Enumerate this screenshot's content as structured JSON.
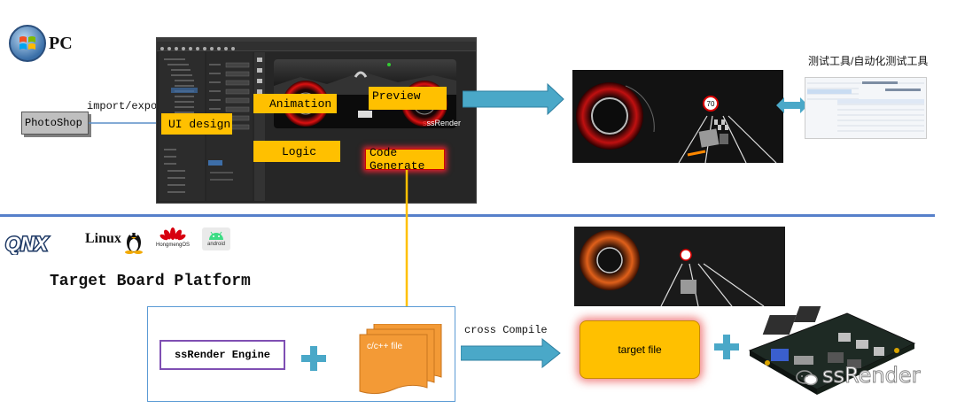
{
  "header": {
    "pc_label": "PC",
    "target_label": "Target Board Platform"
  },
  "inputs": {
    "photoshop": "PhotoShop",
    "import_export": "import/export"
  },
  "tool_steps": {
    "ui_design": "UI design",
    "animation": "Animation",
    "preview": "Preview",
    "logic": "Logic",
    "code_generate": "Code Generate"
  },
  "tool_brand": "ssRender",
  "test_tools": "测试工具/自动化测试工具",
  "speed_sign": "70",
  "os_logos": {
    "qnx": "QNX",
    "linux": "Linux",
    "hongmeng": "HongmengOS",
    "android": "android"
  },
  "target": {
    "engine": "ssRender Engine",
    "code_file": "c/c++ file",
    "cross_compile": "cross Compile",
    "target_file": "target file",
    "plus": "+"
  },
  "watermark": "ssRender",
  "colors": {
    "yellow": "#ffc000",
    "blue_arrow": "#4aa8c8",
    "divider": "#4472c4",
    "box_border": "#5b9bd5",
    "engine_border": "#7f4fb3",
    "orange_file": "#f39a36"
  }
}
